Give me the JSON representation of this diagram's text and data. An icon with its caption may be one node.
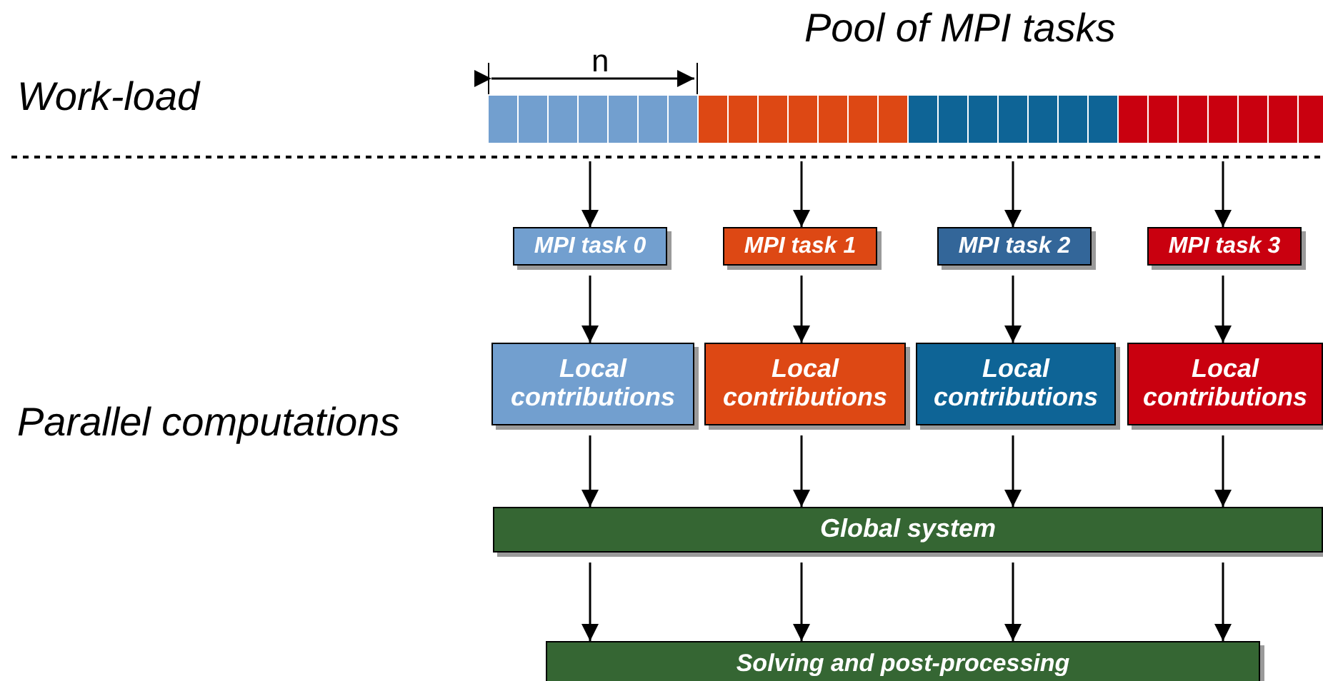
{
  "diagram": {
    "title": "Pool of MPI tasks",
    "nodes": [
      {
        "text": [
          "MPI task 0"
        ]
      },
      {
        "text": [
          "MPI task 1"
        ]
      },
      {
        "text": [
          "MPI task 2"
        ]
      },
      {
        "text": [
          "MPI task 3"
        ]
      },
      {
        "text": [
          "Local contributions"
        ]
      },
      {
        "text": [
          "Local contributions"
        ]
      },
      {
        "text": [
          "Local contributions"
        ]
      },
      {
        "text": [
          "Local contributions"
        ]
      },
      {
        "text": [
          "Global system"
        ]
      },
      {
        "text": [
          "Solving and post-processing"
        ]
      }
    ],
    "edges": [
      {
        "from": null,
        "to": 0,
        "arrow": "to"
      },
      {
        "from": null,
        "to": 1,
        "arrow": "to"
      },
      {
        "from": null,
        "to": 2,
        "arrow": "to"
      },
      {
        "from": null,
        "to": 3,
        "arrow": "to"
      },
      {
        "from": 0,
        "to": 4,
        "arrow": "to"
      },
      {
        "from": 1,
        "to": 5,
        "arrow": "to"
      },
      {
        "from": 2,
        "to": 6,
        "arrow": "to"
      },
      {
        "from": 3,
        "to": 7,
        "arrow": "to"
      },
      {
        "from": 4,
        "to": 8,
        "arrow": "to"
      },
      {
        "from": 5,
        "to": 8,
        "arrow": "to"
      },
      {
        "from": 6,
        "to": 8,
        "arrow": "to"
      },
      {
        "from": 7,
        "to": 8,
        "arrow": "to"
      },
      {
        "from": 8,
        "to": 9,
        "arrow": "to"
      },
      {
        "from": 8,
        "to": 9,
        "arrow": "to"
      },
      {
        "from": 8,
        "to": 9,
        "arrow": "to"
      },
      {
        "from": 8,
        "to": 9,
        "arrow": "to"
      }
    ],
    "labels": [
      "Work-load",
      "n",
      "Parallel computations"
    ]
  }
}
